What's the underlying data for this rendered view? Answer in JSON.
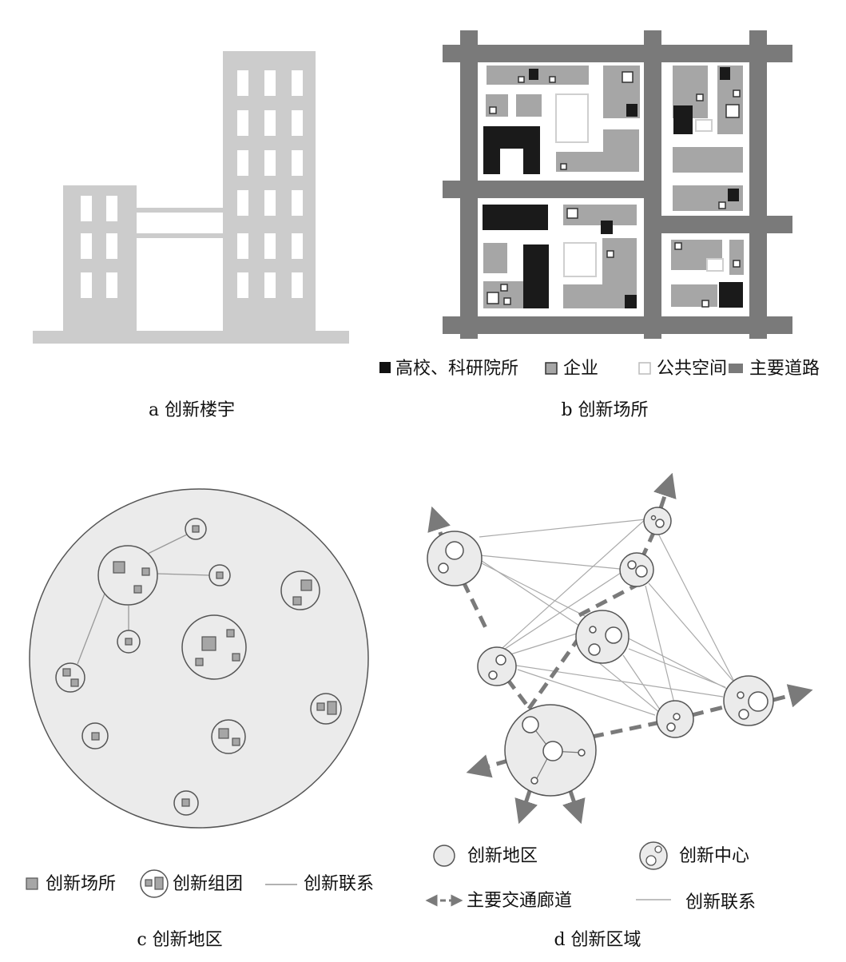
{
  "panels": {
    "a": {
      "caption": "a  创新楼宇"
    },
    "b": {
      "caption": "b  创新场所",
      "legend": [
        {
          "label": "高校、科研院所",
          "swatch": "black"
        },
        {
          "label": "企业",
          "swatch": "gray-box"
        },
        {
          "label": "公共空间",
          "swatch": "white-box"
        },
        {
          "label": "主要道路",
          "swatch": "road"
        }
      ]
    },
    "c": {
      "caption": "c  创新地区",
      "legend": [
        {
          "label": "创新场所",
          "swatch": "gray-square"
        },
        {
          "label": "创新组团",
          "swatch": "cluster-circle"
        },
        {
          "label": "创新联系",
          "swatch": "line"
        }
      ]
    },
    "d": {
      "caption": "d  创新区域",
      "legend": [
        {
          "label": "创新地区",
          "swatch": "circle"
        },
        {
          "label": "创新中心",
          "swatch": "center-circle"
        },
        {
          "label": "主要交通廊道",
          "swatch": "dashed-arrow"
        },
        {
          "label": "创新联系",
          "swatch": "line"
        }
      ]
    }
  },
  "colors": {
    "building": "#cccccc",
    "road": "#7a7a7a",
    "enterprise": "#a6a6a6",
    "institute": "#1a1a1a",
    "area-fill": "#ebebeb",
    "corridor": "#7a7a7a"
  }
}
